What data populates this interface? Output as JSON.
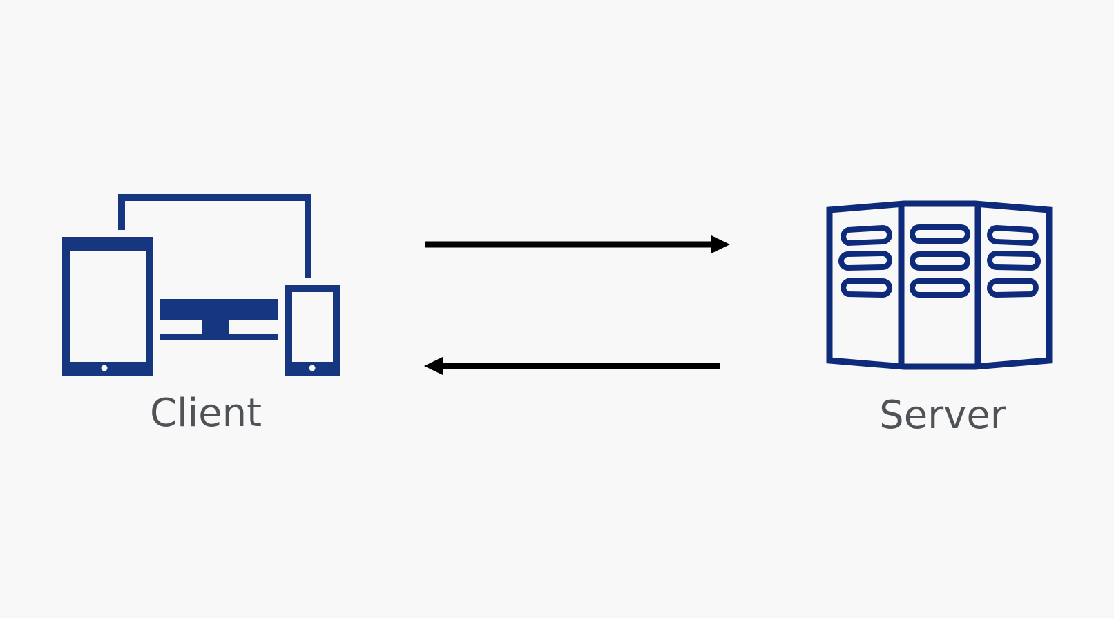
{
  "colors": {
    "background": "#f8f8f8",
    "icon_blue": "#16367f",
    "server_blue": "#0e2a7a",
    "arrow": "#000000",
    "label_text": "#4f5358"
  },
  "nodes": {
    "client": {
      "label": "Client",
      "icon": "devices-icon"
    },
    "server": {
      "label": "Server",
      "icon": "server-rack-icon"
    }
  },
  "edges": [
    {
      "from": "client",
      "to": "server",
      "direction": "right"
    },
    {
      "from": "server",
      "to": "client",
      "direction": "left"
    }
  ]
}
